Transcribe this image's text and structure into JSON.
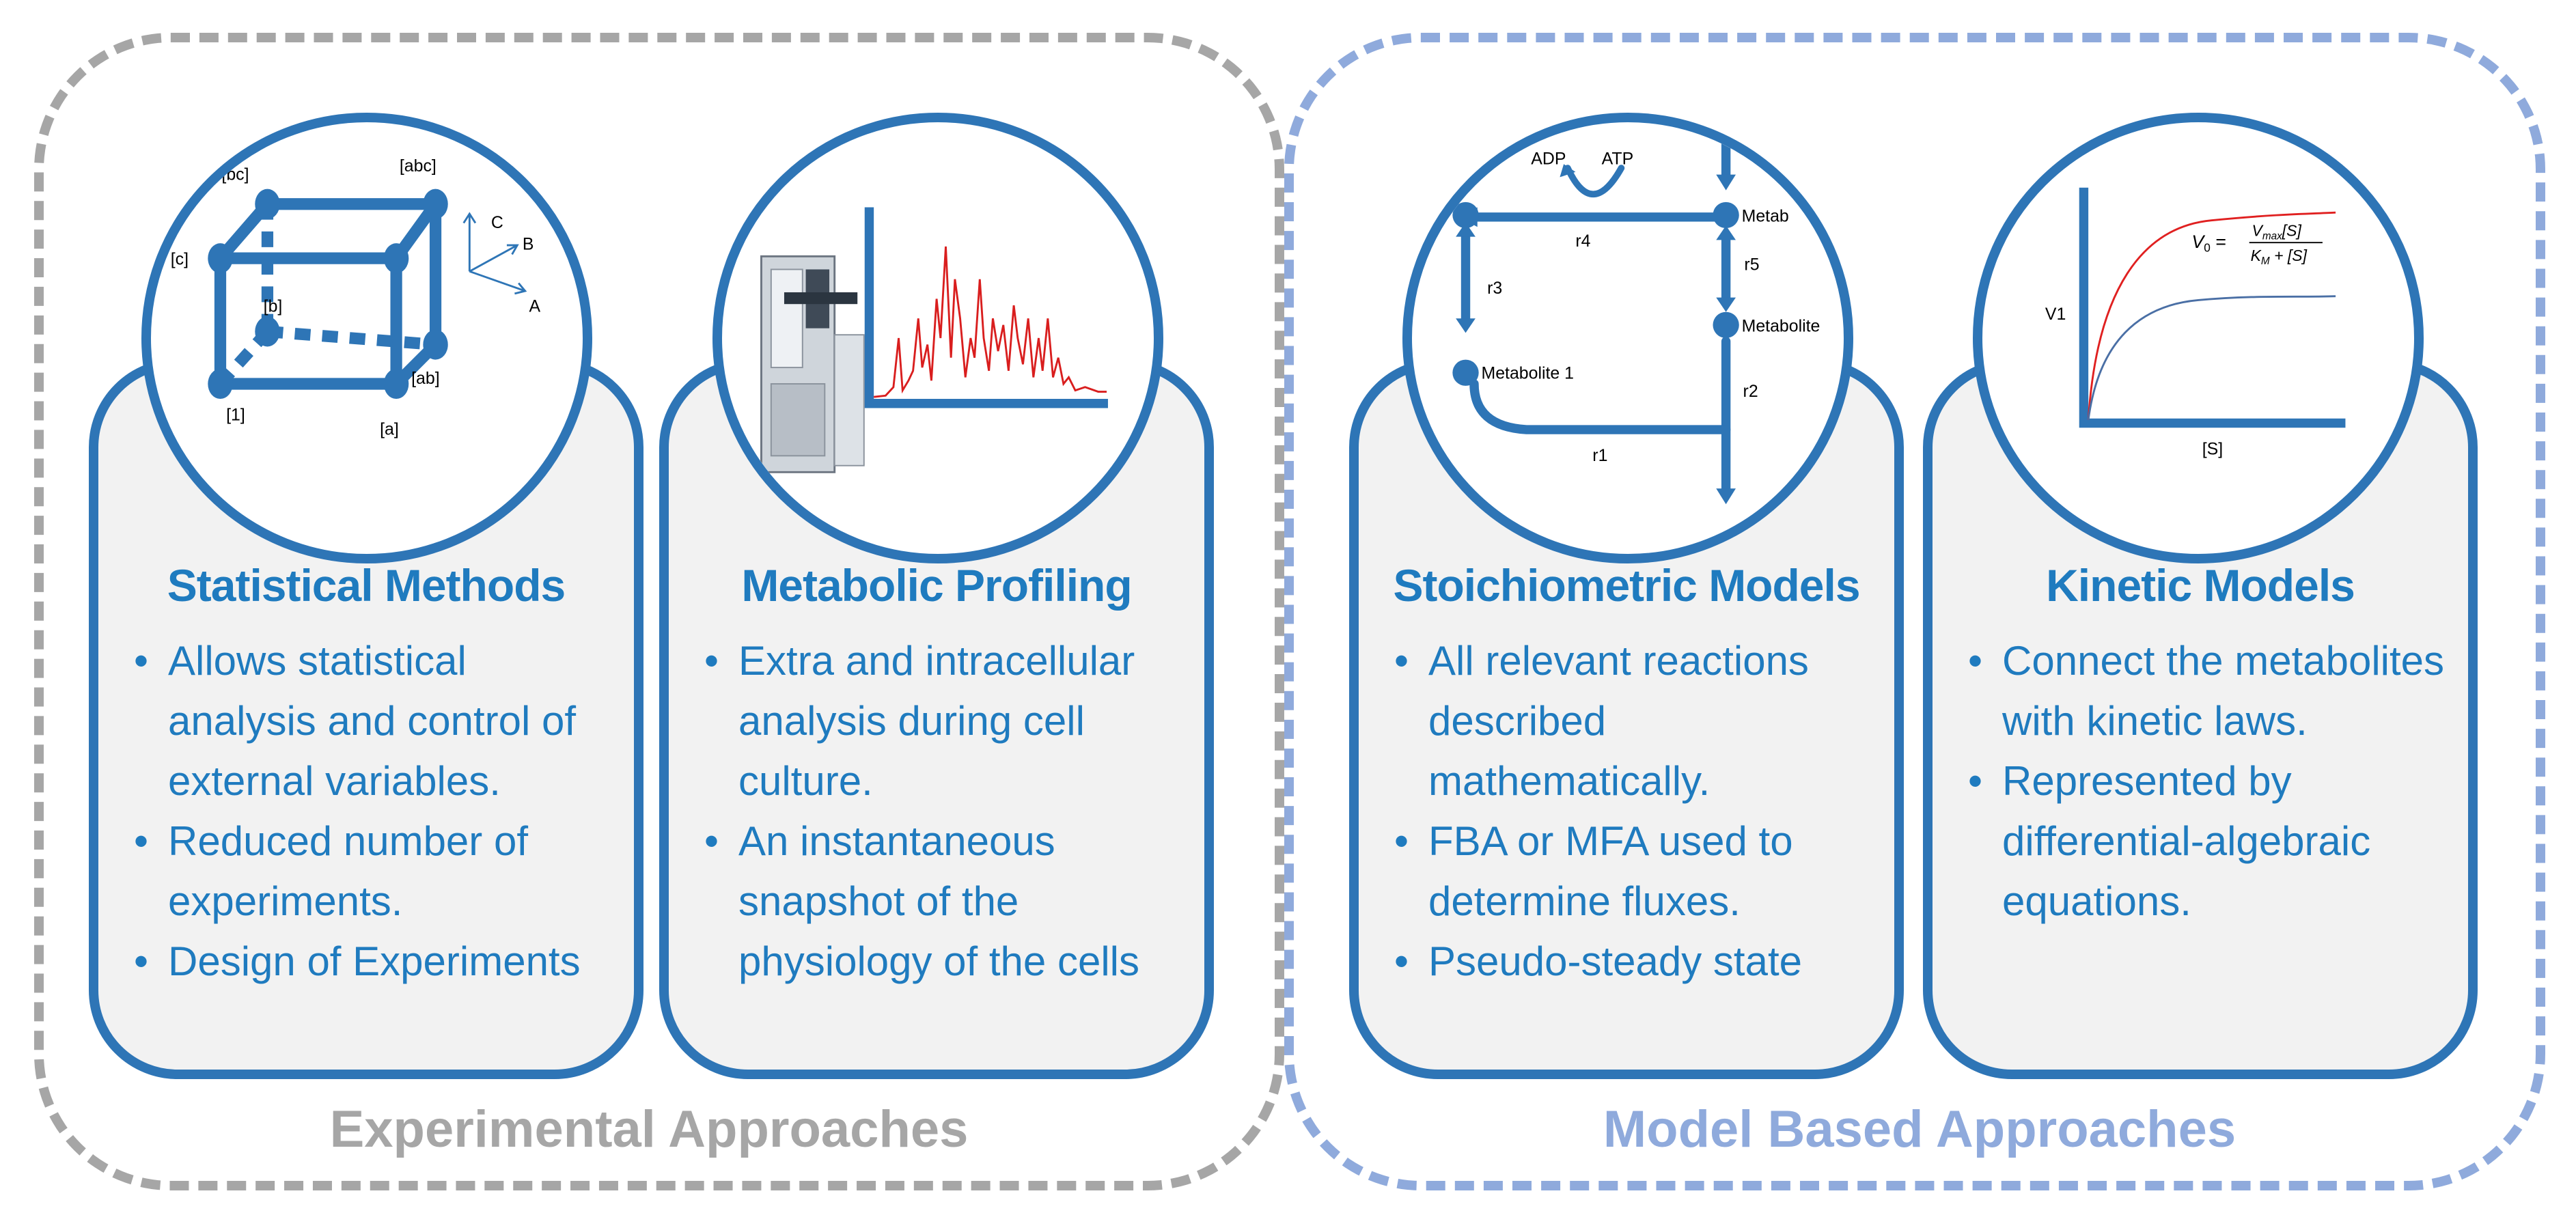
{
  "groups": {
    "experimental": "Experimental Approaches",
    "model": "Model Based Approaches"
  },
  "cards": [
    {
      "title": "Statistical Methods",
      "bullets": [
        "Allows statistical analysis and control of external variables.",
        "Reduced number of experiments.",
        "Design of Experiments"
      ]
    },
    {
      "title": "Metabolic Profiling",
      "bullets": [
        "Extra and intracellular analysis during cell culture.",
        "An instantaneous snapshot of the physiology of the cells"
      ]
    },
    {
      "title": "Stoichiometric Models",
      "bullets": [
        "All relevant reactions described mathematically.",
        "FBA or MFA used to determine fluxes.",
        "Pseudo-steady state"
      ]
    },
    {
      "title": "Kinetic Models",
      "bullets": [
        "Connect the metabolites with kinetic laws.",
        "Represented by differential-algebraic equations."
      ]
    }
  ],
  "cube": {
    "labels": [
      "[bc]",
      "[abc]",
      "[c]",
      "[b]",
      "[ab]",
      "[1]",
      "[a]"
    ],
    "axes": [
      "C",
      "B",
      "A"
    ]
  },
  "network": {
    "labels": [
      "ADP",
      "ATP",
      "Metab",
      "r4",
      "r5",
      "r3",
      "Metabolite",
      "Metabolite 1",
      "r2",
      "r1"
    ]
  },
  "kinetic": {
    "ylabel": "V1",
    "xlabel": "[S]",
    "equation": {
      "lhs": "V",
      "lhs_sub": "0",
      "num": "V",
      "num_sub": "max",
      "num_rest": "[S]",
      "den": "K",
      "den_sub": "M",
      "den_rest": " + [S]"
    }
  },
  "colors": {
    "blue": "#2e75b6",
    "text_blue": "#1f7bbf",
    "gray": "#a6a6a6",
    "light_blue": "#8faadc",
    "red": "#e02020"
  }
}
